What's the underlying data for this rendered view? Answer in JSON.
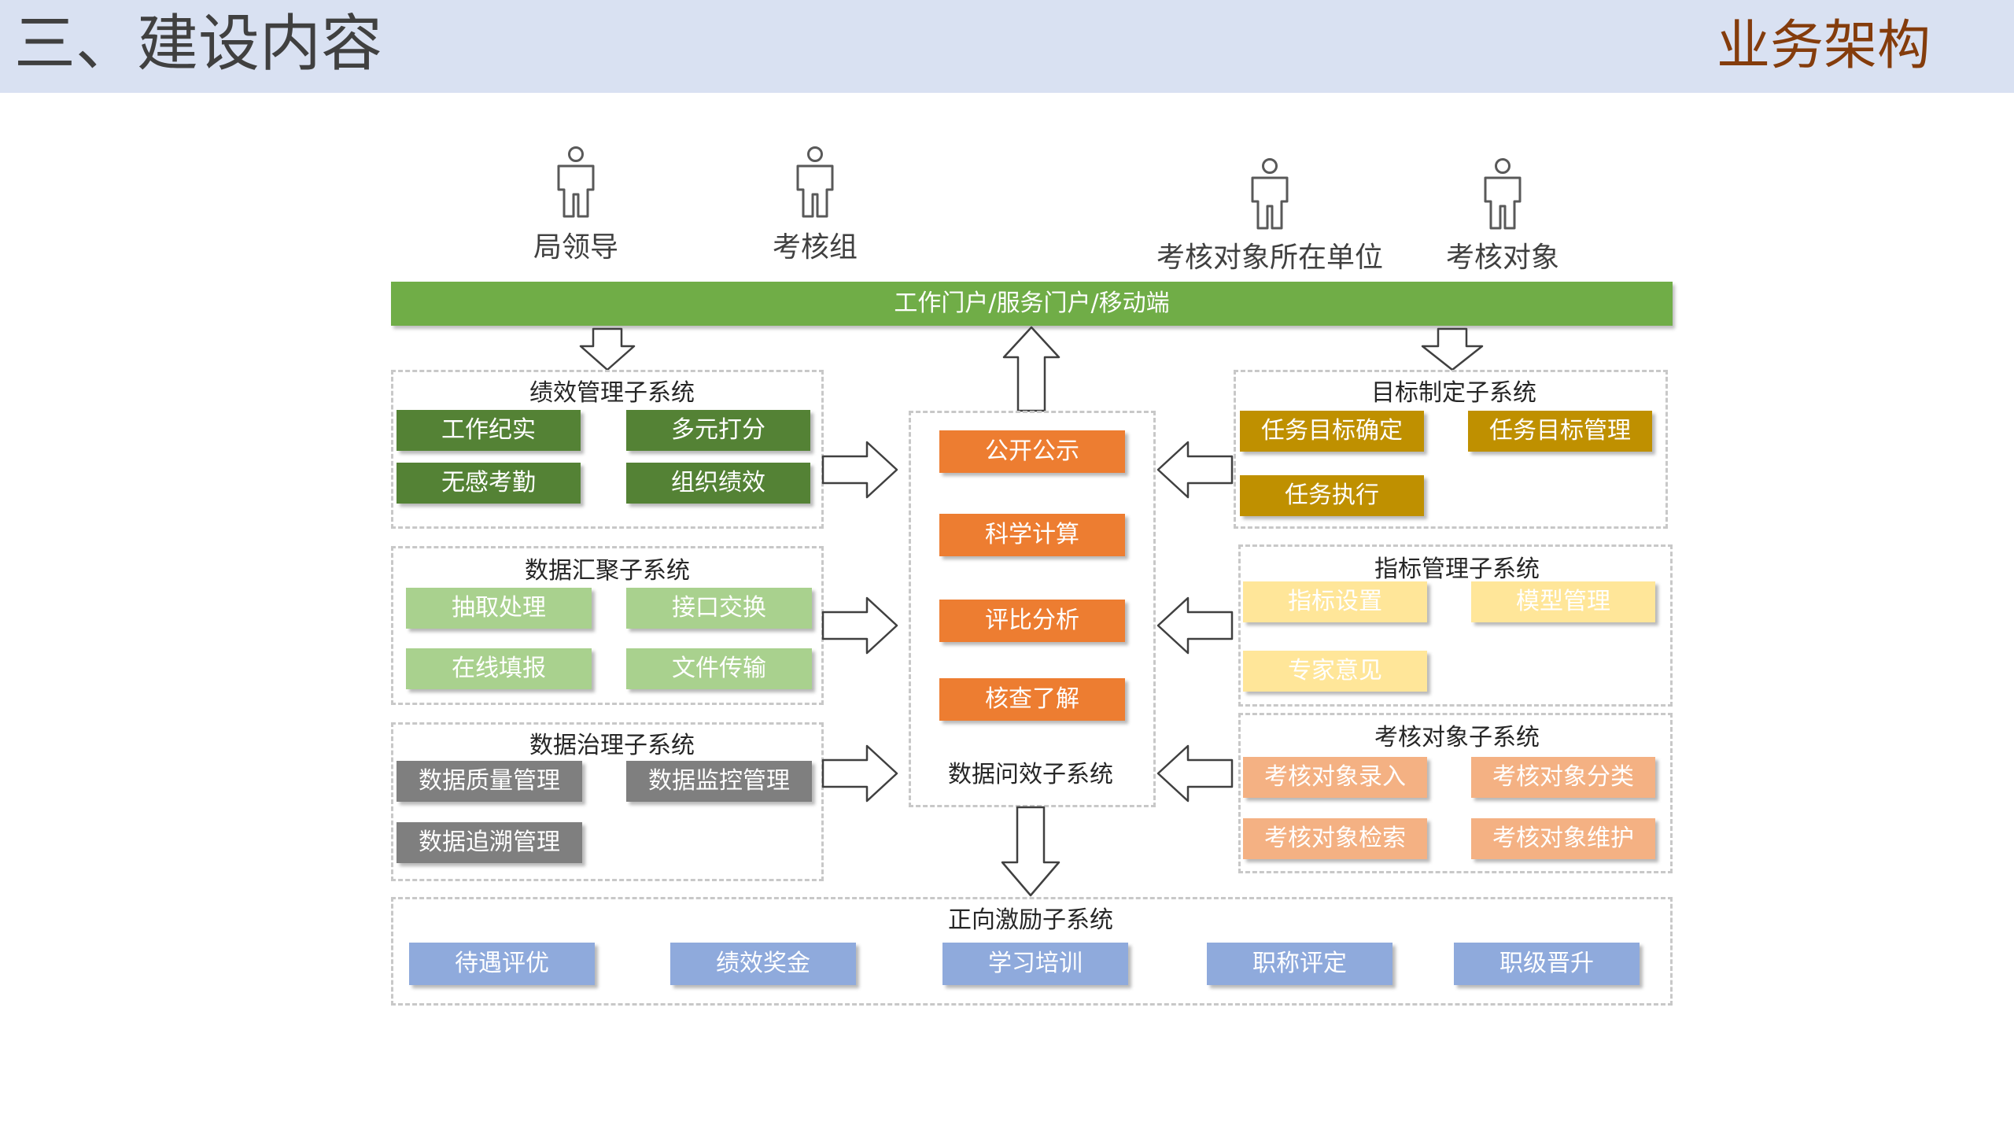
{
  "header": {
    "title": "三、建设内容",
    "subtitle": "业务架构"
  },
  "actors": [
    {
      "label": "局领导"
    },
    {
      "label": "考核组"
    },
    {
      "label": "考核对象所在单位"
    },
    {
      "label": "考核对象"
    }
  ],
  "portal": {
    "label": "工作门户/服务门户/移动端"
  },
  "groups": {
    "performance": {
      "title": "绩效管理子系统",
      "items": [
        "工作纪实",
        "多元打分",
        "无感考勤",
        "组织绩效"
      ]
    },
    "aggregation": {
      "title": "数据汇聚子系统",
      "items": [
        "抽取处理",
        "接口交换",
        "在线填报",
        "文件传输"
      ]
    },
    "governance": {
      "title": "数据治理子系统",
      "items": [
        "数据质量管理",
        "数据监控管理",
        "数据追溯管理"
      ]
    },
    "target": {
      "title": "目标制定子系统",
      "items": [
        "任务目标确定",
        "任务目标管理",
        "任务执行"
      ]
    },
    "indicator": {
      "title": "指标管理子系统",
      "items": [
        "指标设置",
        "模型管理",
        "专家意见"
      ]
    },
    "object": {
      "title": "考核对象子系统",
      "items": [
        "考核对象录入",
        "考核对象分类",
        "考核对象检索",
        "考核对象维护"
      ]
    },
    "inquiry": {
      "title": "数据问效子系统",
      "items": [
        "公开公示",
        "科学计算",
        "评比分析",
        "核查了解"
      ]
    },
    "incentive": {
      "title": "正向激励子系统",
      "items": [
        "待遇评优",
        "绩效奖金",
        "学习培训",
        "职称评定",
        "职级晋升"
      ]
    }
  },
  "colors": {
    "header_bg": "#d9e1f2",
    "portal": "#70ad47",
    "performance": "#548235",
    "aggregation": "#a9d18e",
    "governance": "#7f7f7f",
    "target": "#bf9000",
    "indicator": "#ffe699",
    "object": "#f4b183",
    "inquiry": "#ed7d31",
    "incentive": "#8faadc"
  }
}
